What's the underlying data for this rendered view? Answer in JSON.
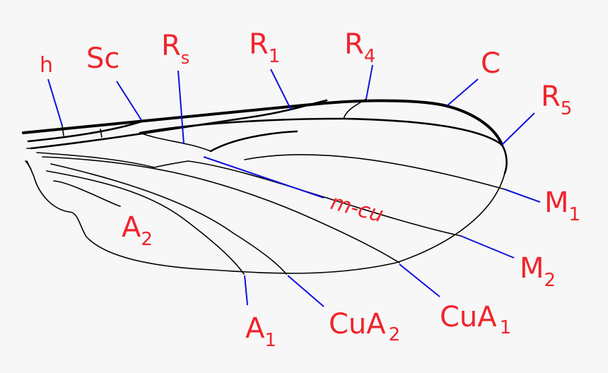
{
  "colors": {
    "background": "#f7f7f7",
    "vein": "#000000",
    "leader_line": "#1010dd",
    "label": "#f0242c"
  },
  "labels": {
    "h": "h",
    "sc": "Sc",
    "rs": {
      "base": "R",
      "sub": "s"
    },
    "r1": {
      "base": "R",
      "sub": "1"
    },
    "r4": {
      "base": "R",
      "sub": "4"
    },
    "c": "C",
    "r5": {
      "base": "R",
      "sub": "5"
    },
    "m1": {
      "base": "M",
      "sub": "1"
    },
    "m2": {
      "base": "M",
      "sub": "2"
    },
    "mcu": "m-cu",
    "cua1": {
      "base": "CuA",
      "sub": "1"
    },
    "cua2": {
      "base": "CuA",
      "sub": "2"
    },
    "a1": {
      "base": "A",
      "sub": "1"
    },
    "a2": {
      "base": "A",
      "sub": "2"
    }
  }
}
